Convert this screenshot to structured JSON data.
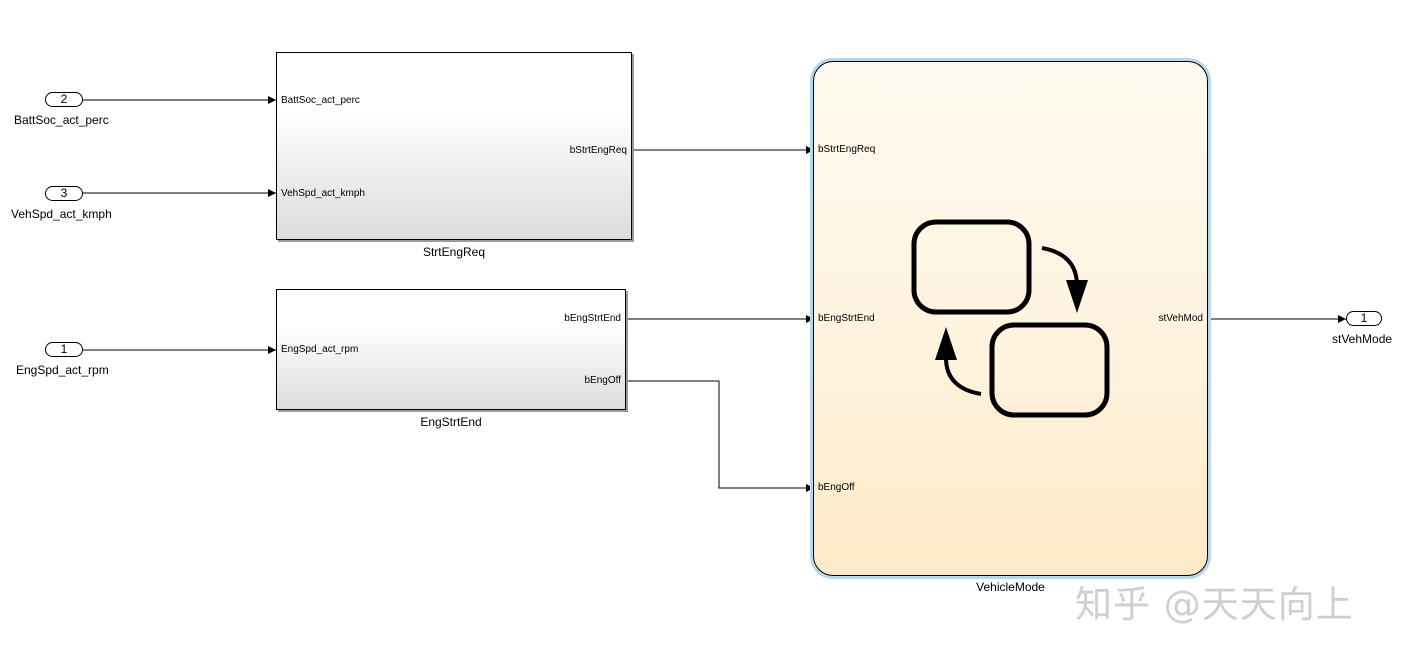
{
  "inports": [
    {
      "number": "2",
      "name": "BattSoc_act_perc"
    },
    {
      "number": "3",
      "name": "VehSpd_act_kmph"
    },
    {
      "number": "1",
      "name": "EngSpd_act_rpm"
    }
  ],
  "outports": [
    {
      "number": "1",
      "name": "stVehMode"
    }
  ],
  "blocks": {
    "strtengreq": {
      "name": "StrtEngReq",
      "inputs": [
        "BattSoc_act_perc",
        "VehSpd_act_kmph"
      ],
      "outputs": [
        "bStrtEngReq"
      ]
    },
    "engstrtend": {
      "name": "EngStrtEnd",
      "inputs": [
        "EngSpd_act_rpm"
      ],
      "outputs": [
        "bEngStrtEnd",
        "bEngOff"
      ]
    },
    "vehiclemode": {
      "name": "VehicleMode",
      "inputs": [
        "bStrtEngReq",
        "bEngStrtEnd",
        "bEngOff"
      ],
      "outputs": [
        "stVehMod"
      ]
    }
  },
  "watermark": "知乎 @天天向上"
}
